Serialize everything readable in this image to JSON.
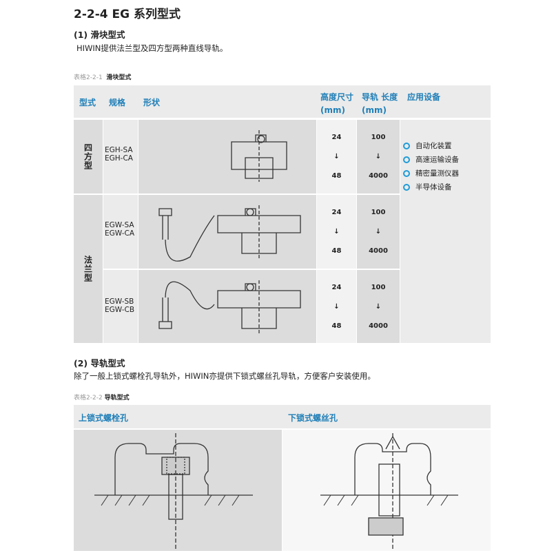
{
  "title": "2-2-4 EG 系列型式",
  "s1": {
    "heading": "(1) 滑块型式",
    "text": "HIWIN提供法兰型及四方型两种直线导轨。"
  },
  "t1": {
    "cap_num": "表格2-2-1",
    "cap_title": "滑块型式",
    "headers": {
      "type": "型式",
      "spec": "规格",
      "shape": "形状",
      "height": "高度尺寸",
      "height_unit": "(mm)",
      "rail": "导轨 长度",
      "rail_unit": "(mm)",
      "app": "应用设备"
    },
    "types": [
      "四方型",
      "法兰型"
    ],
    "rows": [
      {
        "spec1": "EGH-SA",
        "spec2": "EGH-CA",
        "h_min": "24",
        "h_arrow": "↓",
        "h_max": "48",
        "r_min": "100",
        "r_arrow": "↓",
        "r_max": "4000"
      },
      {
        "spec1": "EGW-SA",
        "spec2": "EGW-CA",
        "h_min": "24",
        "h_arrow": "↓",
        "h_max": "48",
        "r_min": "100",
        "r_arrow": "↓",
        "r_max": "4000"
      },
      {
        "spec1": "EGW-SB",
        "spec2": "EGW-CB",
        "h_min": "24",
        "h_arrow": "↓",
        "h_max": "48",
        "r_min": "100",
        "r_arrow": "↓",
        "r_max": "4000"
      }
    ],
    "apps": [
      "自动化装置",
      "高速运输设备",
      "精密量测仪器",
      "半导体设备"
    ]
  },
  "s2": {
    "heading": "(2) 导轨型式",
    "text": "除了一般上锁式螺栓孔导轨外，HIWIN亦提供下锁式螺丝孔导轨，方便客户安装使用。"
  },
  "t2": {
    "cap_num": "表格2-2-2",
    "cap_title": "导轨型式",
    "col1": "上锁式螺栓孔",
    "col2": "下锁式螺丝孔"
  }
}
